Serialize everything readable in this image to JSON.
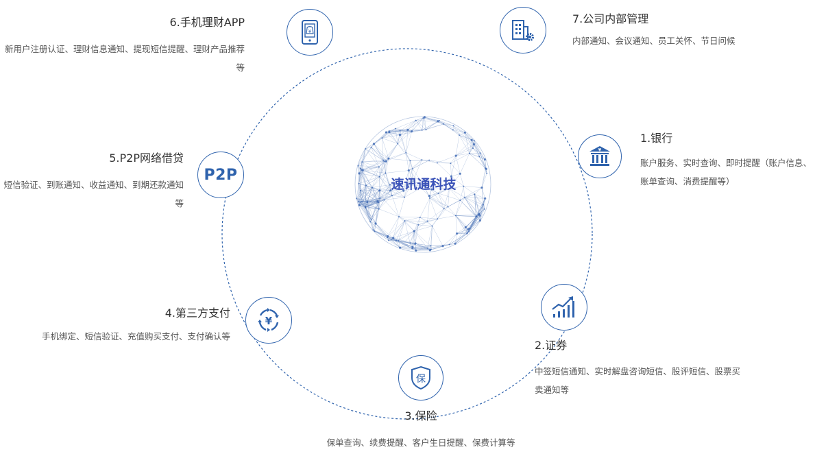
{
  "center": {
    "label": "速讯通科技"
  },
  "colors": {
    "accent": "#2f63ad",
    "ring": "#2f63ad",
    "sphere": "#6f8fc4"
  },
  "items": [
    {
      "title": "1.银行",
      "desc": "账户服务、实时查询、即时提醒（账户信息、账单查询、消费提醒等）",
      "icon": "bank-icon"
    },
    {
      "title": "2.证券",
      "desc": "中签短信通知、实时解盘咨询短信、股评短信、股票买卖通知等",
      "icon": "stock-chart-icon"
    },
    {
      "title": "3.保险",
      "desc": "保单查询、续费提醒、客户生日提醒、保费计算等",
      "icon": "insurance-shield-icon",
      "glyph": "保"
    },
    {
      "title": "4.第三方支付",
      "desc": "手机绑定、短信验证、充值购买支付、支付确认等",
      "icon": "payment-yuan-icon",
      "glyph": "¥"
    },
    {
      "title": "5.P2P网络借贷",
      "desc": "短信验证、到账通知、收益通知、到期还款通知等",
      "icon": "p2p-icon",
      "glyph": "P2P"
    },
    {
      "title": "6.手机理财APP",
      "desc": "新用户注册认证、理财信息通知、提现短信提醒、理财产品推荐等",
      "icon": "mobile-app-icon",
      "glyph": "¥"
    },
    {
      "title": "7.公司内部管理",
      "desc": "内部通知、会议通知、员工关怀、节日问候",
      "icon": "office-building-gear-icon"
    }
  ]
}
